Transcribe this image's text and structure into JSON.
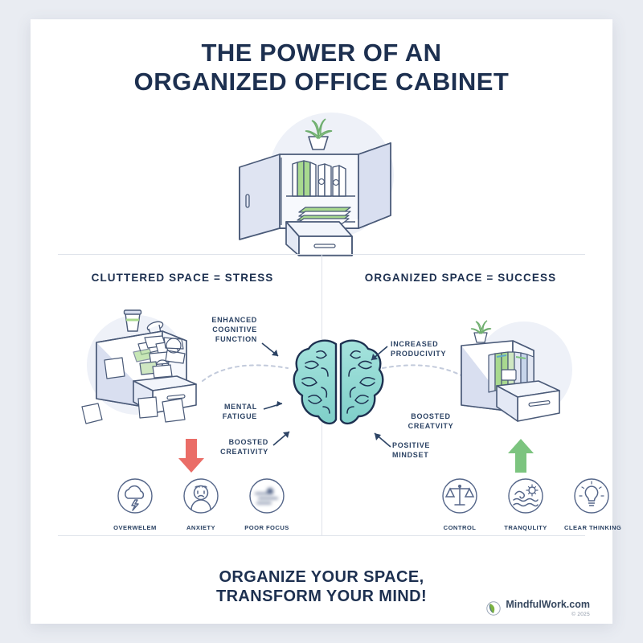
{
  "poster": {
    "title_line1": "THE POWER OF AN",
    "title_line2": "ORGANIZED OFFICE CABINET",
    "hero_alt": "open-office-cabinet-illustration"
  },
  "columns": {
    "left_heading": "CLUTTERED SPACE = STRESS",
    "right_heading": "ORGANIZED SPACE = SUCCESS"
  },
  "annotations": {
    "enhanced_cognitive": "ENHANCED\nCOGNITIVE\nFUNCTION",
    "mental_fatigue": "MENTAL\nFATIGUE",
    "boosted_creativity_left": "BOOSTED\nCREATIVITY",
    "increased_productivity": "INCREASED\nPRODUCIVITY",
    "boosted_creativity_right": "BOOSTED\nCREATVITY",
    "positive_mindset": "POSITIVE\nMINDSET"
  },
  "left_icons": [
    {
      "label": "OVERWELEM",
      "icon": "storm-cloud-icon"
    },
    {
      "label": "ANXIETY",
      "icon": "worried-face-icon"
    },
    {
      "label": "POOR FOCUS",
      "icon": "blurred-vision-icon"
    }
  ],
  "right_icons": [
    {
      "label": "CONTROL",
      "icon": "balance-scales-icon"
    },
    {
      "label": "TRANQULITY",
      "icon": "waves-sun-icon"
    },
    {
      "label": "CLEAR THINKING",
      "icon": "lightbulb-icon"
    }
  ],
  "footer": {
    "line1": "ORGANIZE YOUR SPACE,",
    "line2": "TRANSFORM YOUR MIND!",
    "brand_name": "MindfulWork.com",
    "copyright": "© 2025"
  },
  "colors": {
    "navy": "#1d3050",
    "body_text": "#2c4364",
    "brain_teal": "#8fd9d4",
    "accent_green": "#7cc47f",
    "accent_red": "#ea6d67",
    "furniture_line": "#4a5a78",
    "furniture_fill": "#dfe3f0",
    "page_bg": "#e9ecf2",
    "card_bg": "#ffffff"
  }
}
